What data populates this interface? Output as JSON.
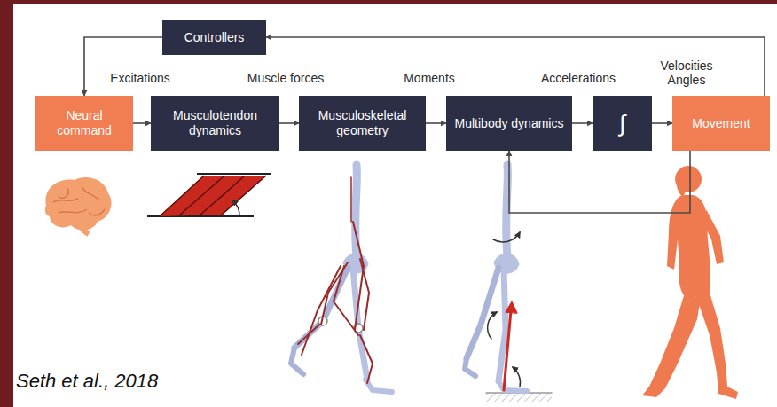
{
  "diagram": {
    "nodes": [
      {
        "text": [
          "Controllers"
        ]
      },
      {
        "text": [
          "Neural command"
        ]
      },
      {
        "text": [
          "Musculotendon dynamics"
        ]
      },
      {
        "text": [
          "Musculoskeletal geometry"
        ]
      },
      {
        "text": [
          "Multibody dynamics"
        ]
      },
      {
        "text": [
          "∫"
        ]
      },
      {
        "text": [
          "Movement"
        ]
      }
    ],
    "edges": [
      {
        "from": 0,
        "to": 1,
        "arrow": "to"
      },
      {
        "from": 1,
        "to": 2,
        "label": "Excitations",
        "arrow": "to"
      },
      {
        "from": 2,
        "to": 3,
        "label": "Muscle forces",
        "arrow": "to"
      },
      {
        "from": 3,
        "to": 4,
        "label": "Moments",
        "arrow": "to"
      },
      {
        "from": 4,
        "to": 5,
        "label": "Accelerations",
        "arrow": "to"
      },
      {
        "from": 5,
        "to": 6,
        "label": "Velocities Angles",
        "arrow": "to"
      },
      {
        "from": 6,
        "to": 0,
        "arrow": "to"
      },
      {
        "from": 6,
        "to": 4,
        "arrow": "to"
      }
    ],
    "labels": [
      "Seth et al., 2018"
    ]
  }
}
